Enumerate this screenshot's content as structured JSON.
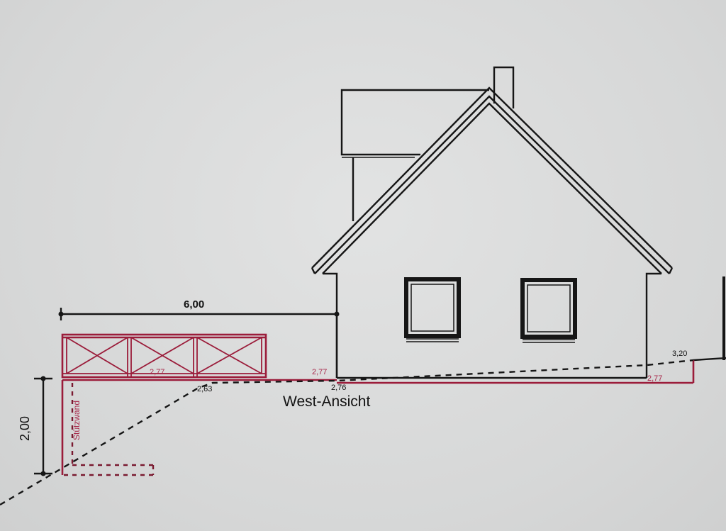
{
  "drawing": {
    "title": "West-Ansicht",
    "dimensions": {
      "width_label": "6,00",
      "height_label": "2,00"
    },
    "elevations": {
      "carport_floor": "2,77",
      "terrace_level": "2,77",
      "house_floor_left": "2,77",
      "ground_left": "2,63",
      "ground_house": "2,76",
      "house_floor_right": "2,77",
      "ground_right": "3,20"
    },
    "wall_label": "Stützwand",
    "colors": {
      "ink": "#161616",
      "planned": "#9b1c3a",
      "paper": "#d9dada"
    }
  }
}
